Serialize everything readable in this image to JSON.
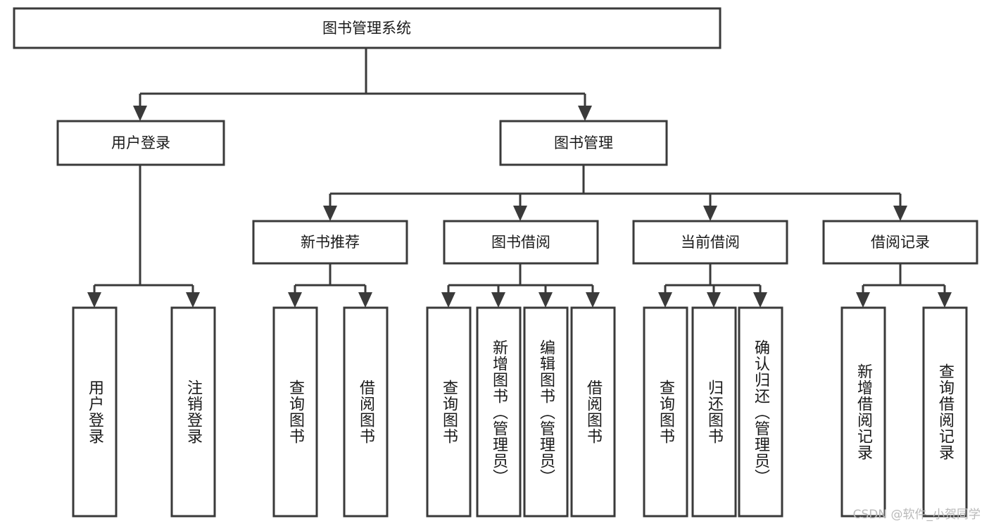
{
  "diagram": {
    "title": "图书管理系统",
    "watermark": "CSDN @软件_小贺同学",
    "root": {
      "label": "图书管理系统"
    },
    "level2": [
      {
        "label": "用户登录"
      },
      {
        "label": "图书管理"
      }
    ],
    "level3": [
      {
        "label": "新书推荐"
      },
      {
        "label": "图书借阅"
      },
      {
        "label": "当前借阅"
      },
      {
        "label": "借阅记录"
      }
    ],
    "leaves": {
      "user_login": [
        {
          "label": "用户登录"
        },
        {
          "label": "注销登录"
        }
      ],
      "new_book_recommend": [
        {
          "label": "查询图书"
        },
        {
          "label": "借阅图书"
        }
      ],
      "book_borrow": [
        {
          "label": "查询图书"
        },
        {
          "label": "新增图书（管理员）"
        },
        {
          "label": "编辑图书（管理员）"
        },
        {
          "label": "借阅图书"
        }
      ],
      "current_borrow": [
        {
          "label": "查询图书"
        },
        {
          "label": "归还图书"
        },
        {
          "label": "确认归还（管理员）"
        }
      ],
      "borrow_record": [
        {
          "label": "新增借阅记录"
        },
        {
          "label": "查询借阅记录"
        }
      ]
    }
  },
  "colors": {
    "stroke": "#3a3a3a",
    "fill": "#ffffff",
    "text": "#1a1a1a",
    "watermark": "#b9b9b9"
  }
}
